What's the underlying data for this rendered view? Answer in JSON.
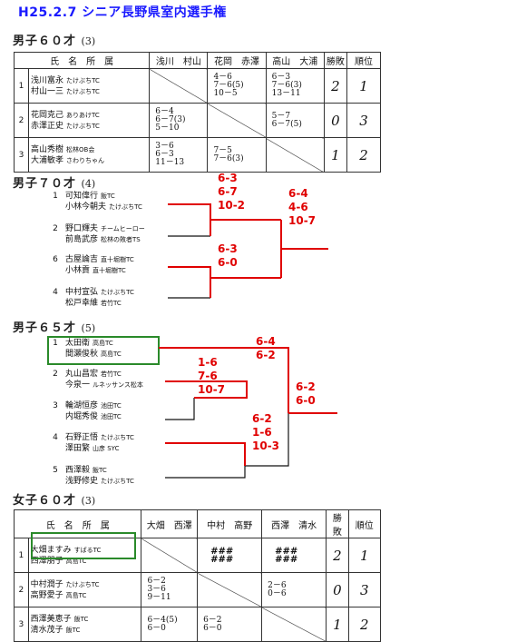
{
  "title": "H25.2.7 シニア長野県室内選手権",
  "colors": {
    "title": "#1a1aff",
    "score": "#e00000",
    "line": "#e00000",
    "highlight": "#2a8a2a"
  },
  "sections": {
    "m60": {
      "label": "男子６０才",
      "count": "(3)"
    },
    "m70": {
      "label": "男子７０才",
      "count": "(4)"
    },
    "m65": {
      "label": "男子６５才",
      "count": "(5)"
    },
    "w60": {
      "label": "女子６０才",
      "count": "(3)"
    }
  },
  "rr_m60": {
    "headers": [
      "氏　名　所　属",
      "浅川　村山",
      "花岡　赤澤",
      "高山　大浦",
      "勝敗",
      "順位"
    ],
    "rows": [
      {
        "no": "1",
        "p1": "浅川富永",
        "c1": "たけぶちTC",
        "p2": "村山一三",
        "c2": "たけぶちTC",
        "s": [
          [],
          [
            "4－6",
            "7－6(5)",
            "10－5"
          ],
          [
            "6－3",
            "7－6(3)",
            "13－11"
          ]
        ],
        "win": "2",
        "rank": "1"
      },
      {
        "no": "2",
        "p1": "花岡克己",
        "c1": "ありあけTC",
        "p2": "赤澤正史",
        "c2": "たけぶちTC",
        "s": [
          [
            "6－4",
            "6－7(3)",
            "5－10"
          ],
          [],
          [
            "5－7",
            "6－7(5)"
          ]
        ],
        "win": "0",
        "rank": "3"
      },
      {
        "no": "3",
        "p1": "高山秀樹",
        "c1": "松林OB会",
        "p2": "大浦敏孝",
        "c2": "さわりちゃん",
        "s": [
          [
            "3－6",
            "6－3",
            "11－13"
          ],
          [
            "7－5",
            "7－6(3)"
          ],
          []
        ],
        "win": "1",
        "rank": "2"
      }
    ]
  },
  "m70": {
    "players": [
      {
        "no": "1",
        "a": "可知偉行",
        "ac": "飯TC",
        "b": "小林今朝夫",
        "bc": "たけぶちTC"
      },
      {
        "no": "2",
        "a": "野口輝夫",
        "ac": "チームヒーロー",
        "b": "前島武彦",
        "bc": "松林の敗者TS"
      },
      {
        "no": "6",
        "a": "古屋論吉",
        "ac": "直十堀樹TC",
        "b": "小林貢",
        "bc": "直十堀樹TC"
      },
      {
        "no": "4",
        "a": "中村宣弘",
        "ac": "たけぶちTC",
        "b": "松戸幸維",
        "bc": "若竹TC"
      }
    ],
    "scores": {
      "r1a": [
        "6-3",
        "6-7",
        "10-2"
      ],
      "r1b": [
        "6-3",
        "6-0"
      ],
      "final": [
        "6-4",
        "4-6",
        "10-7"
      ]
    }
  },
  "m65": {
    "players": [
      {
        "no": "1",
        "a": "太田衛",
        "ac": "高島TC",
        "b": "間瀬俊秋",
        "bc": "高島TC"
      },
      {
        "no": "2",
        "a": "丸山昌宏",
        "ac": "若竹TC",
        "b": "今泉一",
        "bc": "ルネッサンス松本"
      },
      {
        "no": "3",
        "a": "輪湖恒彦",
        "ac": "池田TC",
        "b": "内堀秀俊",
        "bc": "池田TC"
      },
      {
        "no": "4",
        "a": "石野正悟",
        "ac": "たけぶちTC",
        "b": "澤田繁",
        "bc": "山彦 SYC"
      },
      {
        "no": "5",
        "a": "西澤毅",
        "ac": "飯TC",
        "b": "浅野修史",
        "bc": "たけぶちTC"
      }
    ],
    "scores": {
      "qf": [
        "1-6",
        "7-6",
        "10-7"
      ],
      "sf2": [
        "6-2",
        "1-6",
        "10-3"
      ],
      "sf1": [
        "6-4",
        "6-2"
      ],
      "final": [
        "6-2",
        "6-0"
      ]
    }
  },
  "rr_w60": {
    "headers": [
      "氏　名　所　属",
      "大畑　西澤",
      "中村　高野",
      "西澤　清水",
      "勝敗",
      "順位"
    ],
    "rows": [
      {
        "no": "1",
        "p1": "大畑ますみ",
        "c1": "すばるTC",
        "p2": "西澤朋子",
        "c2": "高島TC",
        "s": [
          [],
          [
            "###",
            "###"
          ],
          [
            "###",
            "###"
          ]
        ],
        "win": "2",
        "rank": "1"
      },
      {
        "no": "2",
        "p1": "中村潤子",
        "c1": "たけぶちTC",
        "p2": "高野愛子",
        "c2": "高島TC",
        "s": [
          [
            "6－2",
            "3－6",
            "9－11"
          ],
          [],
          [
            "2－6",
            "0－6"
          ]
        ],
        "win": "0",
        "rank": "3"
      },
      {
        "no": "3",
        "p1": "西澤美恵子",
        "c1": "飯TC",
        "p2": "清水茂子",
        "c2": "飯TC",
        "s": [
          [
            "6－4(5)",
            "6－0"
          ],
          [
            "6－2",
            "6－0"
          ],
          []
        ],
        "win": "1",
        "rank": "2"
      }
    ]
  }
}
